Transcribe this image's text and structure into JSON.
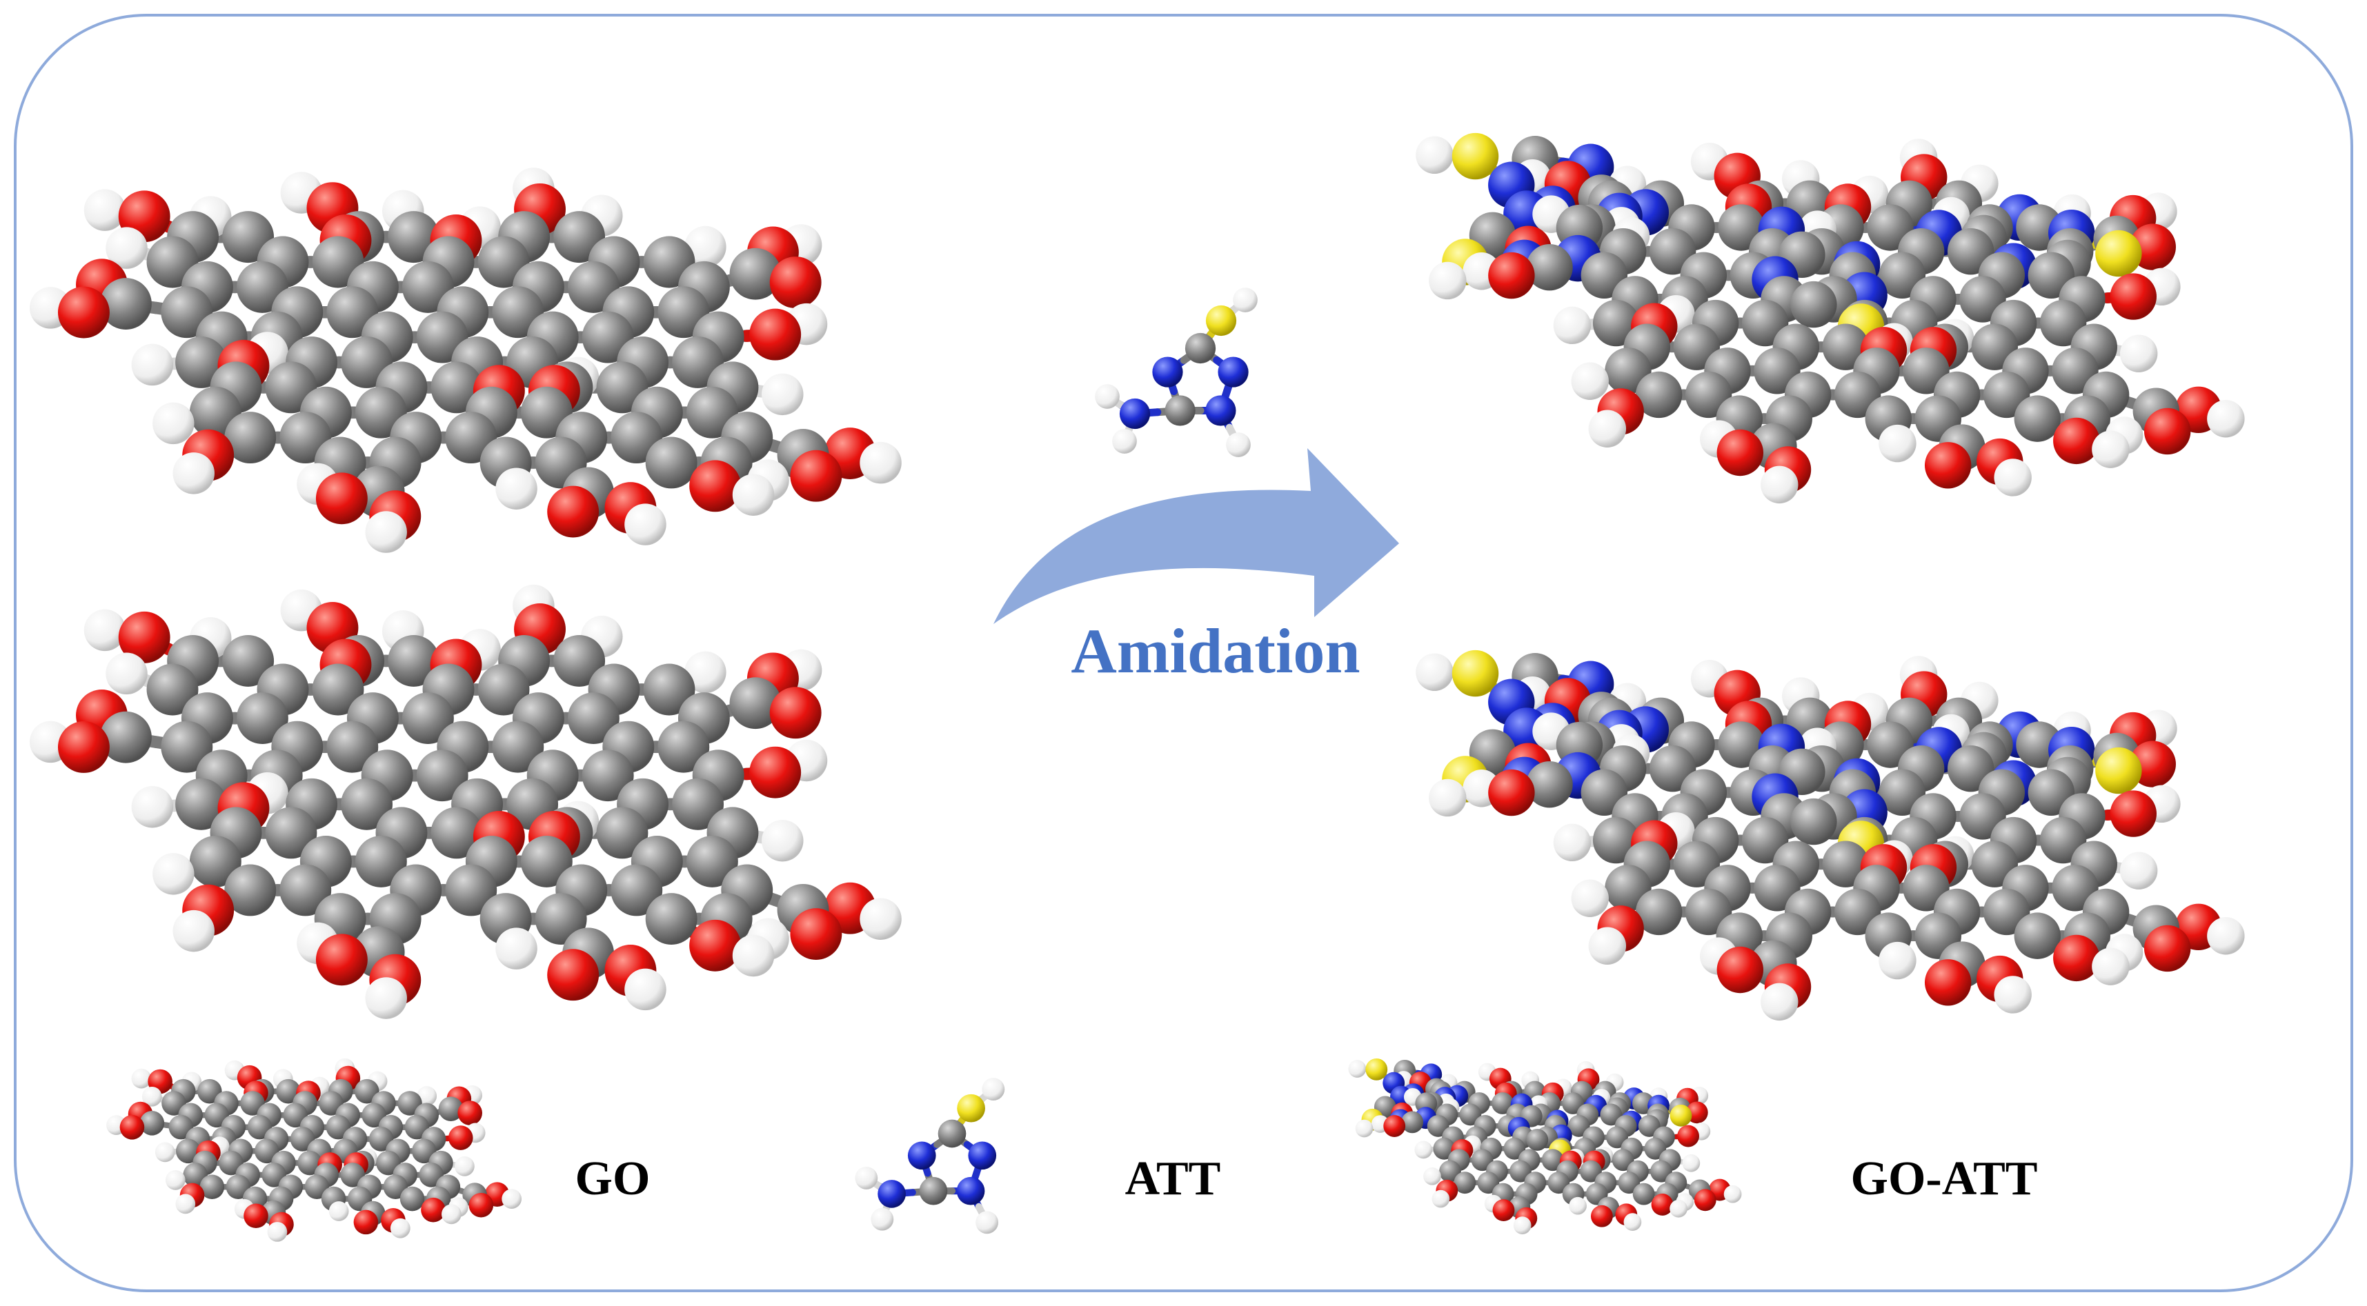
{
  "process": {
    "label": "Amidation"
  },
  "legend": {
    "items": [
      {
        "name": "GO-legend",
        "label": "GO"
      },
      {
        "name": "ATT-legend",
        "label": "ATT"
      },
      {
        "name": "GO-ATT-legend",
        "label": "GO-ATT"
      }
    ]
  },
  "colors": {
    "frame": "#8eaadb",
    "arrow": "#8faadc",
    "label": "#4472c4",
    "carbon": "#808080",
    "oxygen": "#e8130f",
    "hydrogen": "#f4f4f4",
    "nitrogen": "#1e2ed6",
    "sulfur": "#f0e020",
    "text": "#000000"
  }
}
